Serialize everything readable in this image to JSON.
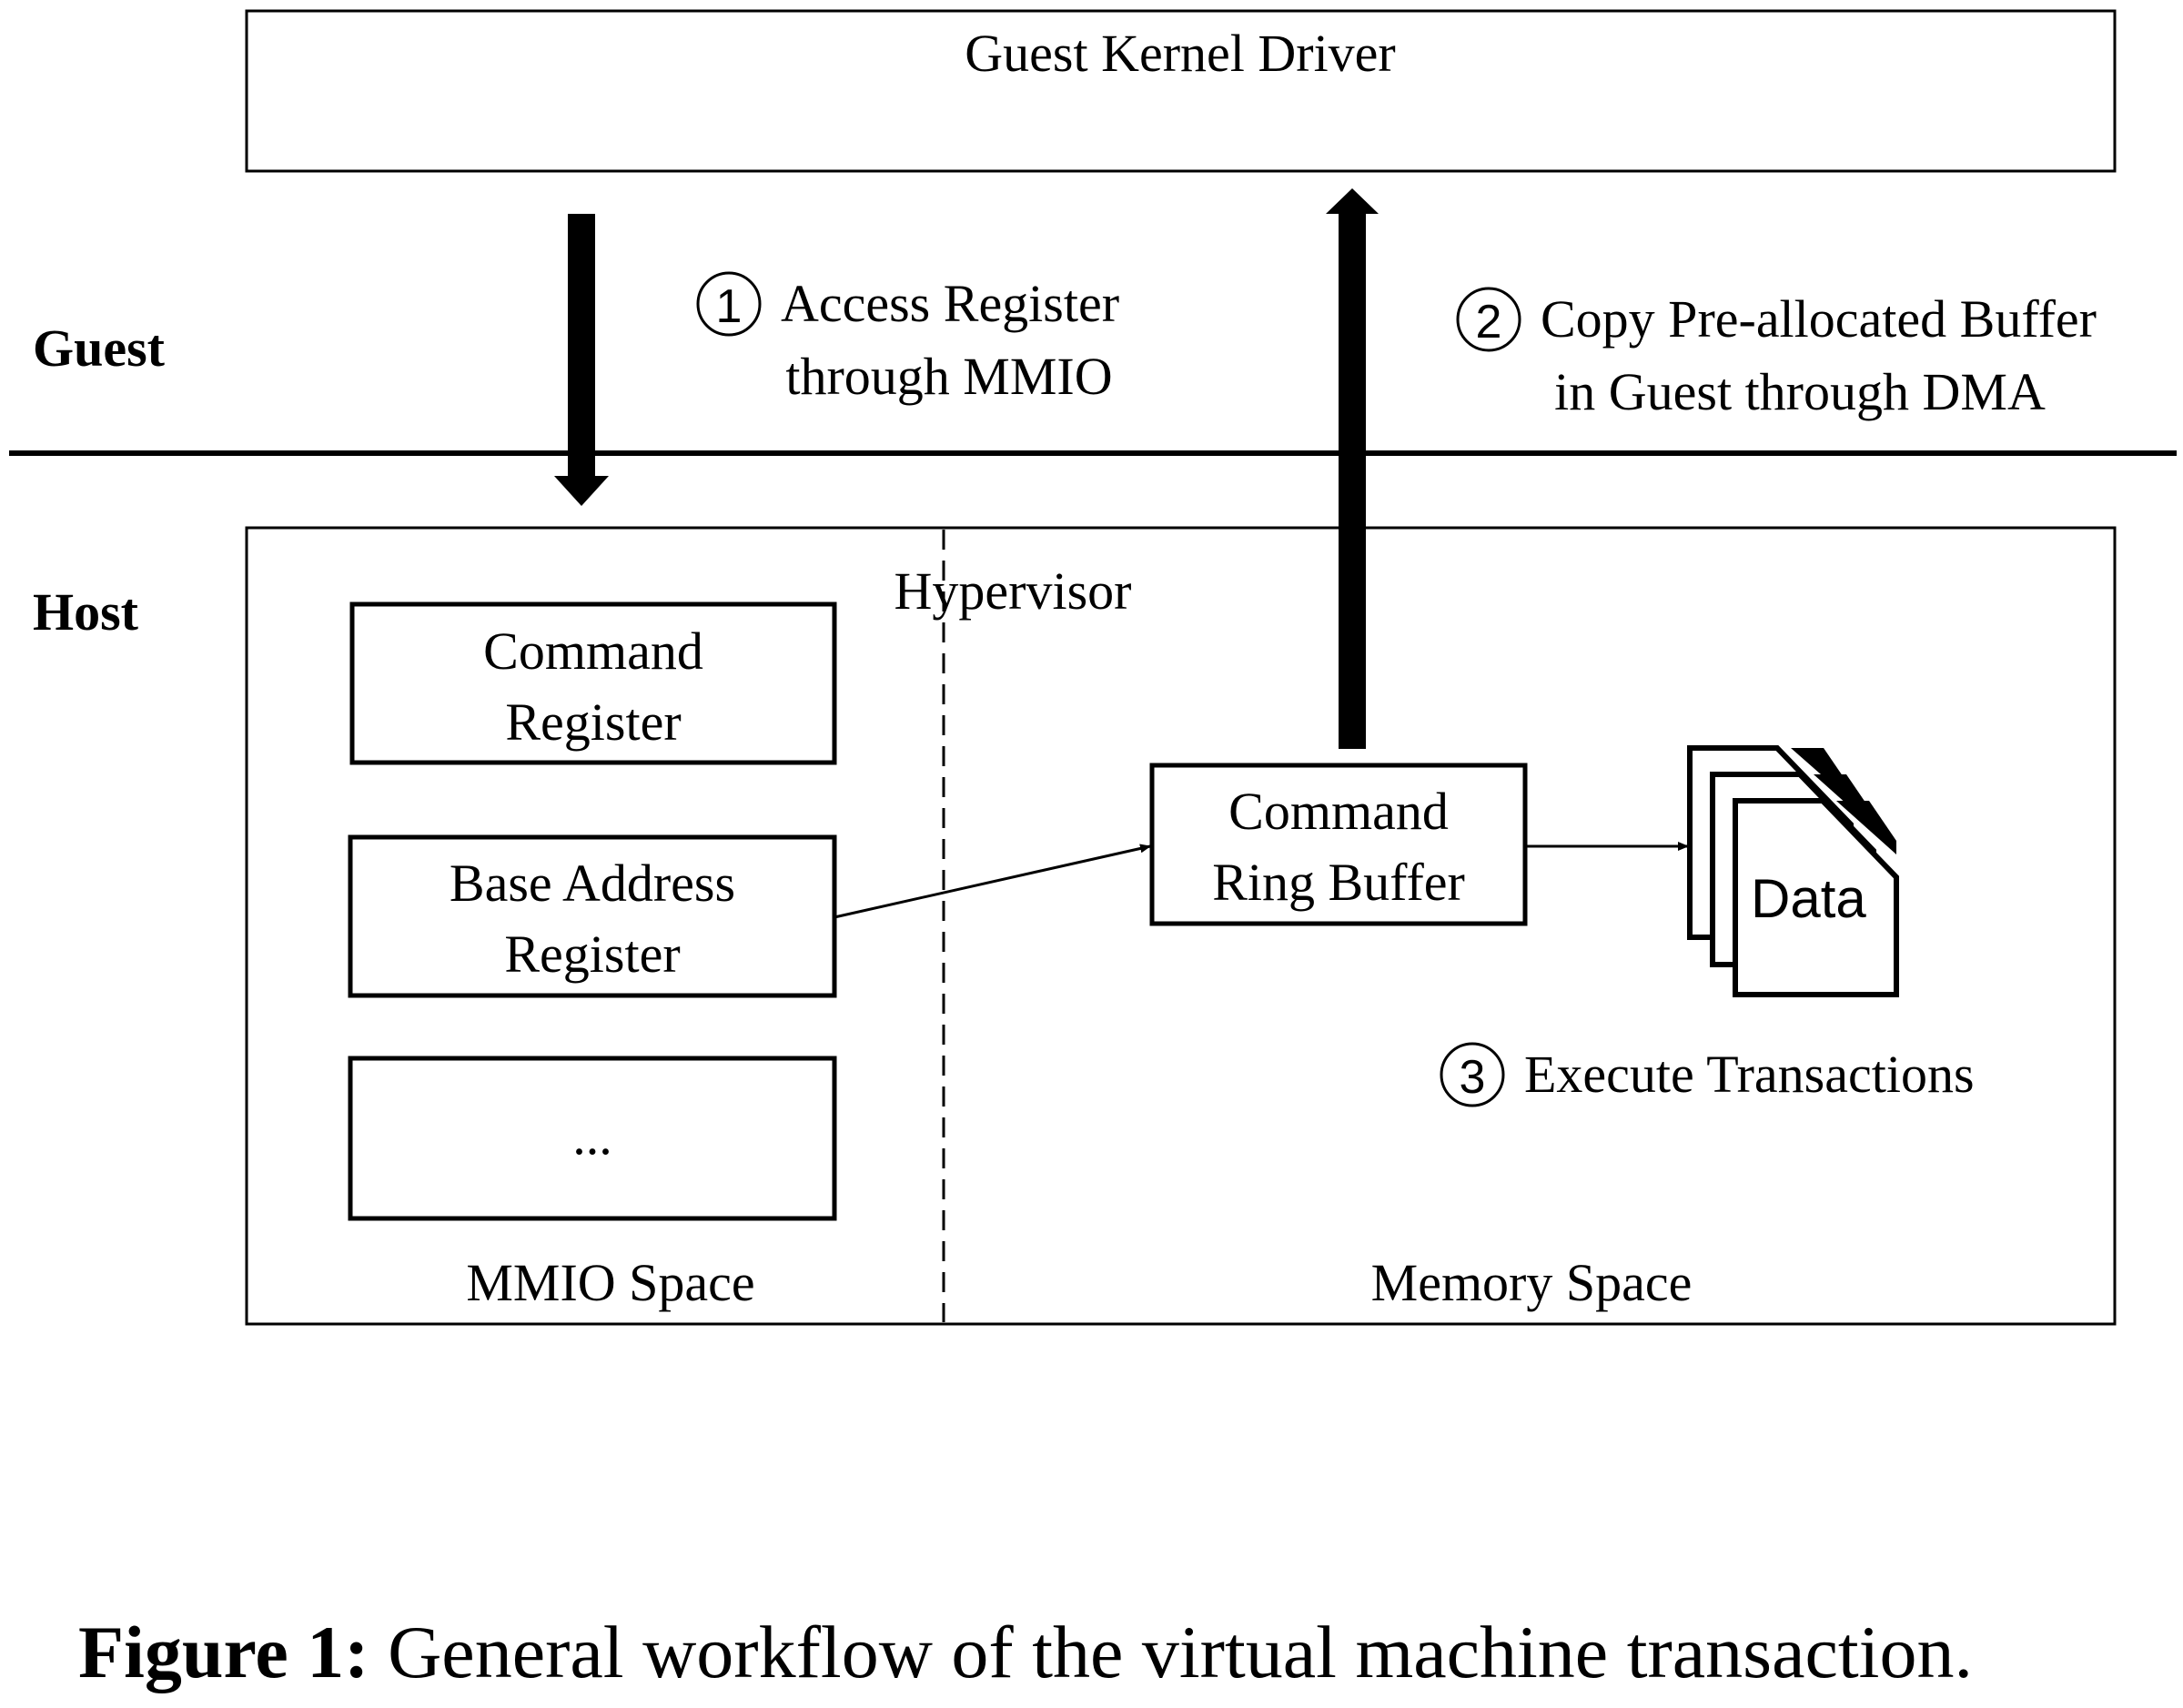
{
  "diagram": {
    "guest_kernel_driver": "Guest Kernel Driver",
    "labels": {
      "guest": "Guest",
      "host": "Host"
    },
    "steps": {
      "step1": {
        "number": "1",
        "line1": "Access Register",
        "line2": "through MMIO"
      },
      "step2": {
        "number": "2",
        "line1": "Copy Pre-allocated Buffer",
        "line2": "in Guest through DMA"
      },
      "step3": {
        "number": "3",
        "text": "Execute Transactions"
      }
    },
    "hypervisor": "Hypervisor",
    "mmio_registers": {
      "command_register": {
        "line1": "Command",
        "line2": "Register"
      },
      "base_address_register": {
        "line1": "Base Address",
        "line2": "Register"
      },
      "ellipsis": "..."
    },
    "command_ring_buffer": {
      "line1": "Command",
      "line2": "Ring Buffer"
    },
    "data_icon_label": "Data",
    "mmio_space": "MMIO Space",
    "memory_space": "Memory Space"
  },
  "caption": {
    "label": "Figure 1:",
    "text": " General workflow of the virtual machine transaction."
  }
}
